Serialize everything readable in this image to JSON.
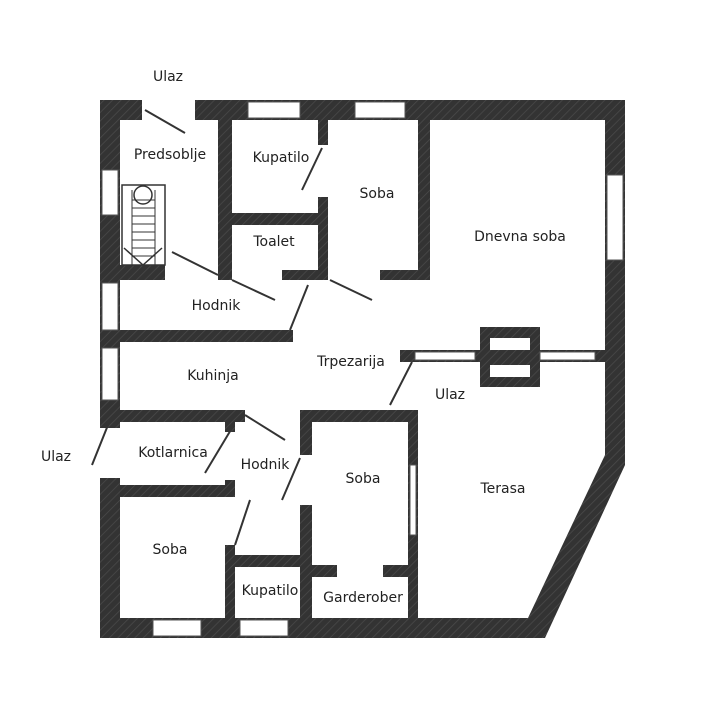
{
  "plan": {
    "rooms": {
      "predsoblje": "Predsoblje",
      "kupatilo_top": "Kupatilo",
      "soba_top": "Soba",
      "toalet": "Toalet",
      "dnevna_soba": "Dnevna soba",
      "hodnik_top": "Hodnik",
      "kuhinja": "Kuhinja",
      "trpezarija": "Trpezarija",
      "ulaz_terrace": "Ulaz",
      "kotlarnica": "Kotlarnica",
      "hodnik_bottom": "Hodnik",
      "soba_middle": "Soba",
      "terasa": "Terasa",
      "soba_bottom": "Soba",
      "kupatilo_bottom": "Kupatilo",
      "garderober": "Garderober"
    },
    "entrances": {
      "top": "Ulaz",
      "left": "Ulaz"
    },
    "colors": {
      "wall": "#333333",
      "background": "#ffffff"
    }
  }
}
